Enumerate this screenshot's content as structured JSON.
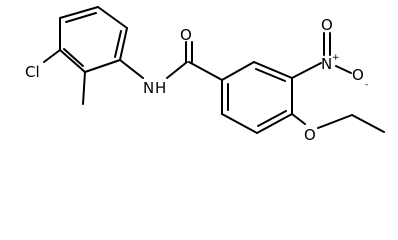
{
  "molecule": {
    "atom_labels": {
      "chlorine": "Cl",
      "amide_nitrogen": "N",
      "amide_hydrogen": "H",
      "carbonyl_oxygen": "O",
      "nitro_nitrogen": "N",
      "nitro_plus": "+",
      "nitro_oxygen_double": "O",
      "nitro_oxygen_single": "O",
      "nitro_minus": "-",
      "ether_oxygen": "O"
    }
  }
}
